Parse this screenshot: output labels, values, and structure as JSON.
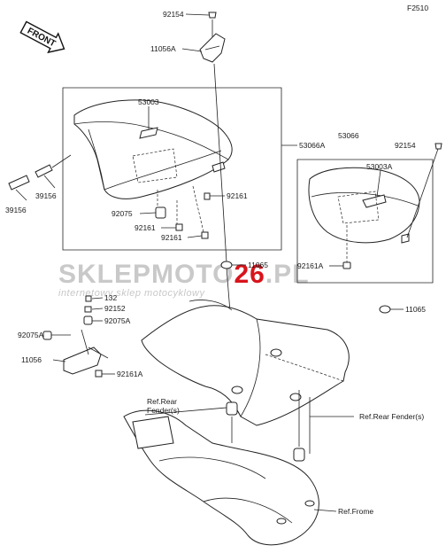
{
  "diagram_code": "F2510",
  "front_arrow": "FRONT",
  "watermark": {
    "brand_gray": "SKLEPMOTO",
    "brand_red": "26",
    "brand_tld": ".PL",
    "tagline": "internetowy sklep motocyklowy",
    "red": "#d8141c",
    "gray": "#c9c9c9"
  },
  "labels": {
    "p92154_top": "92154",
    "p11056A": "11056A",
    "p53003": "53003",
    "p53066A": "53066A",
    "p53066": "53066",
    "p92154_right": "92154",
    "p53003A": "53003A",
    "p39156_a": "39156",
    "p39156_b": "39156",
    "p92161_a": "92161",
    "p92075": "92075",
    "p92161_b": "92161",
    "p92161_c": "92161",
    "p11065_a": "11065",
    "p92161A_a": "92161A",
    "p11065_b": "11065",
    "p132": "132",
    "p92152": "92152",
    "p92075A_a": "92075A",
    "p92075A_b": "92075A",
    "p11056": "11056",
    "p92161A_b": "92161A",
    "ref_rear_fender_1": "Ref.Rear",
    "ref_rear_fender_2": "Fender(s)",
    "ref_rear_fender_right": "Ref.Rear Fender(s)",
    "ref_frame": "Ref.Frome"
  }
}
